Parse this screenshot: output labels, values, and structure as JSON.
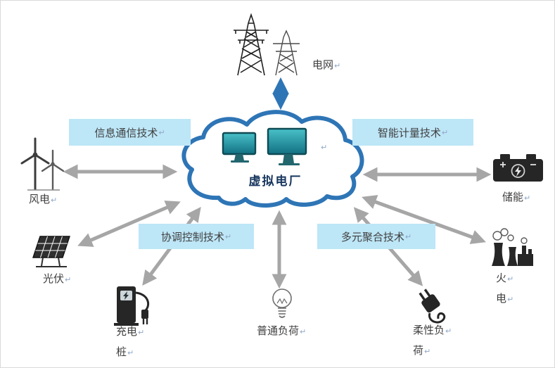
{
  "diagram": {
    "title": "虚拟电厂",
    "pmark": "↵",
    "nodes": {
      "grid": "电网",
      "wind": "风电",
      "storage": "储能",
      "solar": "光伏",
      "charger_line1": "充电",
      "charger_line2": "桩",
      "ordinary_load": "普通负荷",
      "flexible_line1": "柔性负",
      "flexible_line2": "荷",
      "thermal_line1": "火",
      "thermal_line2": "电"
    },
    "tech_boxes": {
      "ict": "信息通信技术",
      "metering": "智能计量技术",
      "control": "协调控制技术",
      "aggregation": "多元聚合技术"
    },
    "colors": {
      "cloud_stroke": "#2e75b6",
      "arrow_gray": "#a6a6a6",
      "arrow_blue": "#2e75b6",
      "tech_box_fill": "#bde6f7",
      "title_color": "#17365d"
    }
  }
}
